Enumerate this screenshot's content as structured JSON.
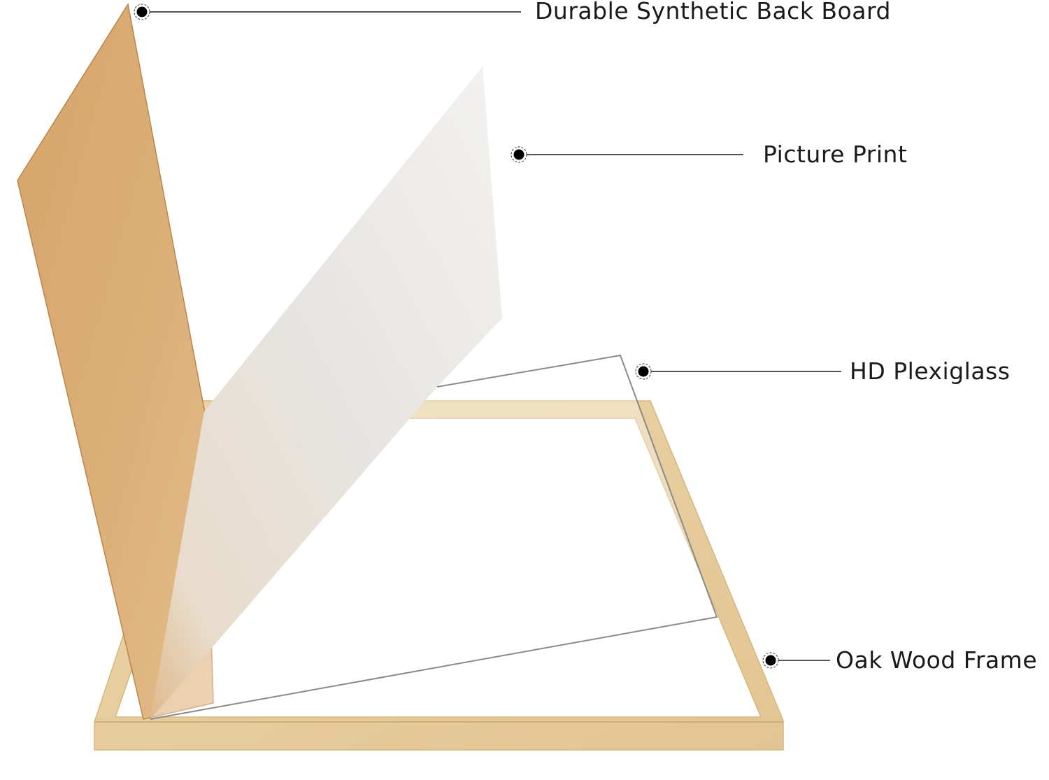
{
  "labels": {
    "back_board": "Durable Synthetic Back Board",
    "picture_print": "Picture Print",
    "plexiglass": "HD Plexiglass",
    "frame": "Oak Wood Frame"
  },
  "colors": {
    "board": "#d9ab72",
    "frame": "#e8cd9e",
    "print": "#ecebe8",
    "leader_line": "#555555",
    "dot": "#000000"
  }
}
